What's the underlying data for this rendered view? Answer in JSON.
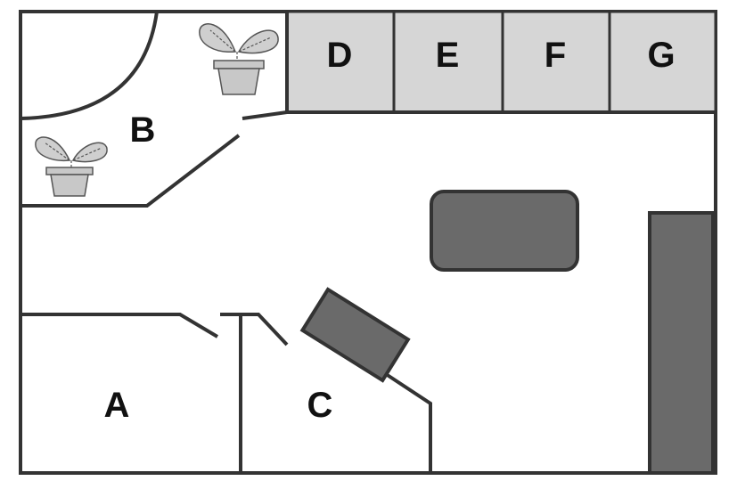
{
  "rooms": {
    "a": "A",
    "b": "B",
    "c": "C",
    "d": "D",
    "e": "E",
    "f": "F",
    "g": "G"
  },
  "colors": {
    "wall": "#333333",
    "cell_fill": "#d6d6d6",
    "furniture_fill": "#6a6a6a",
    "background": "#ffffff"
  },
  "icons": [
    "potted-plant-icon",
    "potted-plant-icon"
  ]
}
